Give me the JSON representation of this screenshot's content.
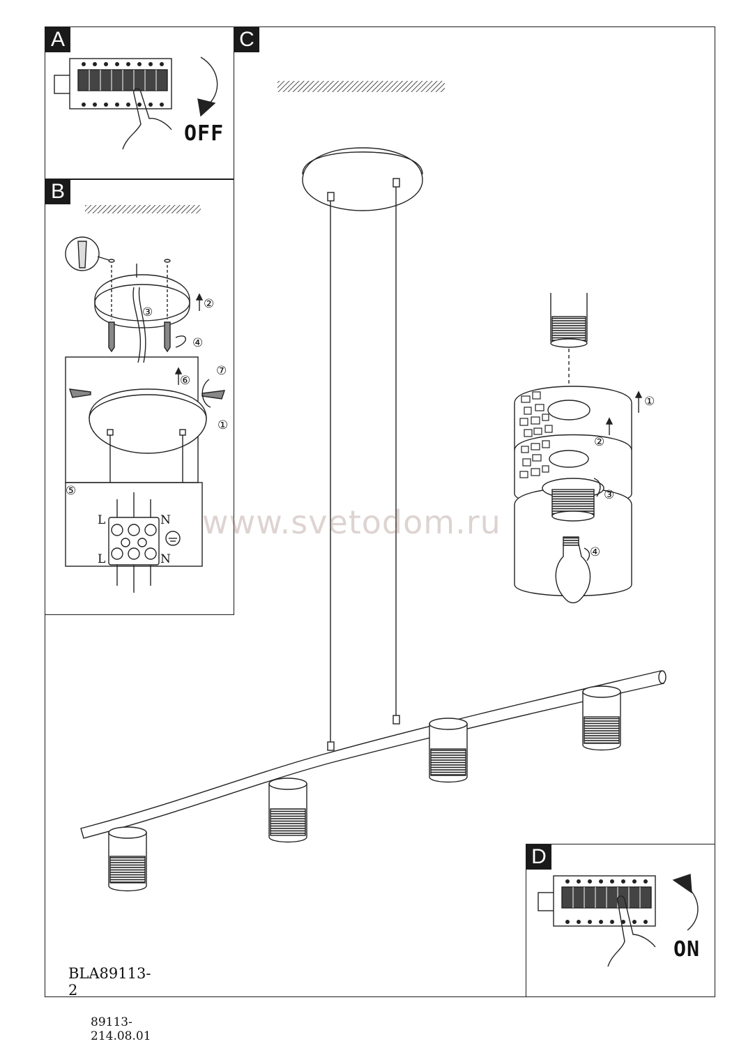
{
  "panels": {
    "a": {
      "label": "A",
      "switch_text": "OFF"
    },
    "b": {
      "label": "B",
      "steps": [
        "②",
        "④",
        "⑥",
        "⑦",
        "①",
        "③",
        "⑤"
      ],
      "terminals": [
        "L",
        "N",
        "L",
        "N"
      ]
    },
    "c": {
      "label": "C",
      "steps": [
        "①",
        "②",
        "③",
        "④"
      ]
    },
    "d": {
      "label": "D",
      "switch_text": "ON"
    }
  },
  "watermark": "www.svetodom.ru",
  "model_number": "BLA89113-2",
  "document_number": "89113-214.08.01"
}
